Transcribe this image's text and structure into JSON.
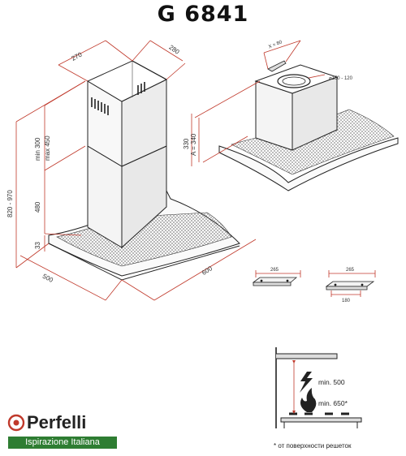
{
  "title": "G 6841",
  "main_view": {
    "width_depth_top": "270",
    "depth_top": "280",
    "chimney_height": "min 300",
    "chimney_height_max": "max 450",
    "total_height": "820 - 970",
    "lower_height": "480",
    "canopy_height": "33",
    "depth": "500",
    "width": "600"
  },
  "side_view": {
    "x_label": "X = 80",
    "duct_diameter": "⌀150 - 120",
    "height": "330",
    "a_label": "A = 340"
  },
  "brackets": {
    "left_width": "265",
    "right_width": "265",
    "right_inner": "180"
  },
  "clearance": {
    "min_electric": "min. 500",
    "min_gas": "min. 650*",
    "footnote": "* от поверхности решеток"
  },
  "brand": {
    "name": "Perfelli",
    "tagline": "Ispirazione Italiana",
    "logo_color": "#c0392b",
    "tagline_bg": "#2e7d32"
  }
}
